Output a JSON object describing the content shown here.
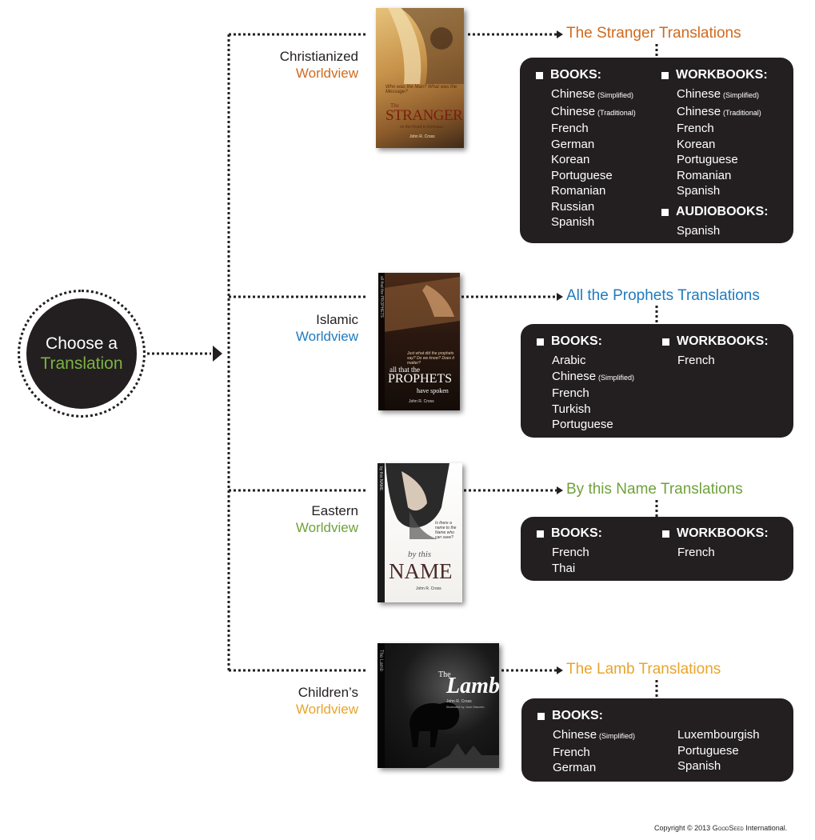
{
  "hub": {
    "line1": "Choose a",
    "line2": "Translation",
    "accent": "#7cb342"
  },
  "colors": {
    "orange": "#cf6a1f",
    "blue": "#1f7bbf",
    "green": "#6ea23a",
    "amber": "#e8a52c",
    "panel": "#231f20"
  },
  "rows": [
    {
      "label": "Christianized",
      "worldview": "Worldview",
      "title": "The Stranger Translations",
      "cover": {
        "subtitle": "Who was the Man? What was the Message?",
        "pre": "The",
        "name": "STRANGER",
        "tagline": "on the Road to Emmaus",
        "author": "John R. Cross"
      },
      "columns": [
        {
          "sections": [
            {
              "heading": "BOOKS:",
              "items": [
                {
                  "text": "Chinese",
                  "note": "(Simplified)"
                },
                {
                  "text": "Chinese",
                  "note": "(Traditional)"
                },
                {
                  "text": "French"
                },
                {
                  "text": "German"
                },
                {
                  "text": "Korean"
                },
                {
                  "text": "Portuguese"
                },
                {
                  "text": "Romanian"
                },
                {
                  "text": "Russian"
                },
                {
                  "text": "Spanish"
                }
              ]
            }
          ]
        },
        {
          "sections": [
            {
              "heading": "WORKBOOKS:",
              "items": [
                {
                  "text": "Chinese",
                  "note": "(Simplified)"
                },
                {
                  "text": "Chinese",
                  "note": "(Traditional)"
                },
                {
                  "text": "French"
                },
                {
                  "text": "Korean"
                },
                {
                  "text": "Portuguese"
                },
                {
                  "text": "Romanian"
                },
                {
                  "text": "Spanish"
                }
              ]
            },
            {
              "heading": "AUDIOBOOKS:",
              "items": [
                {
                  "text": "Spanish"
                }
              ]
            }
          ]
        }
      ]
    },
    {
      "label": "Islamic",
      "worldview": "Worldview",
      "title": "All the Prophets Translations",
      "cover": {
        "subtitle": "Just what did the prophets say? Do we know? Does it matter?",
        "pre": "all that the",
        "name": "PROPHETS",
        "tagline": "have spoken",
        "author": "John R. Cross",
        "spine": "all that the PROPHETS"
      },
      "columns": [
        {
          "sections": [
            {
              "heading": "BOOKS:",
              "items": [
                {
                  "text": "Arabic"
                },
                {
                  "text": "Chinese",
                  "note": "(Simplified)"
                },
                {
                  "text": "French"
                },
                {
                  "text": "Turkish"
                },
                {
                  "text": "Portuguese"
                }
              ]
            }
          ]
        },
        {
          "sections": [
            {
              "heading": "WORKBOOKS:",
              "items": [
                {
                  "text": "French"
                }
              ]
            }
          ]
        }
      ]
    },
    {
      "label": "Eastern",
      "worldview": "Worldview",
      "title": "By this Name Translations",
      "cover": {
        "subtitle": "Is there a name to the Name who can save?",
        "pre": "by this",
        "name": "NAME",
        "author": "John R. Cross",
        "spine": "by this NAME"
      },
      "columns": [
        {
          "sections": [
            {
              "heading": "BOOKS:",
              "items": [
                {
                  "text": "French"
                },
                {
                  "text": "Thai"
                }
              ]
            }
          ]
        },
        {
          "sections": [
            {
              "heading": "WORKBOOKS:",
              "items": [
                {
                  "text": "French"
                }
              ]
            }
          ]
        }
      ]
    },
    {
      "label": "Children’s",
      "worldview": "Worldview",
      "title": "The Lamb Translations",
      "cover": {
        "pre": "The",
        "name": "Lamb",
        "byline": "John R. Cross",
        "illustrated": "Illustrated by Jose Marcelo",
        "spine": "The Lamb"
      },
      "columns": [
        {
          "sections": [
            {
              "heading": "BOOKS:",
              "items": [
                {
                  "text": "Chinese",
                  "note": "(Simplified)"
                },
                {
                  "text": "French"
                },
                {
                  "text": "German"
                }
              ]
            }
          ]
        },
        {
          "sections": [
            {
              "heading": "",
              "items": [
                {
                  "text": "Luxembourgish"
                },
                {
                  "text": "Portuguese"
                },
                {
                  "text": "Spanish"
                }
              ]
            }
          ]
        }
      ]
    }
  ],
  "copyright": {
    "prefix": "Copyright © 2013 ",
    "brand": "GoodSeed",
    "suffix": " International."
  }
}
